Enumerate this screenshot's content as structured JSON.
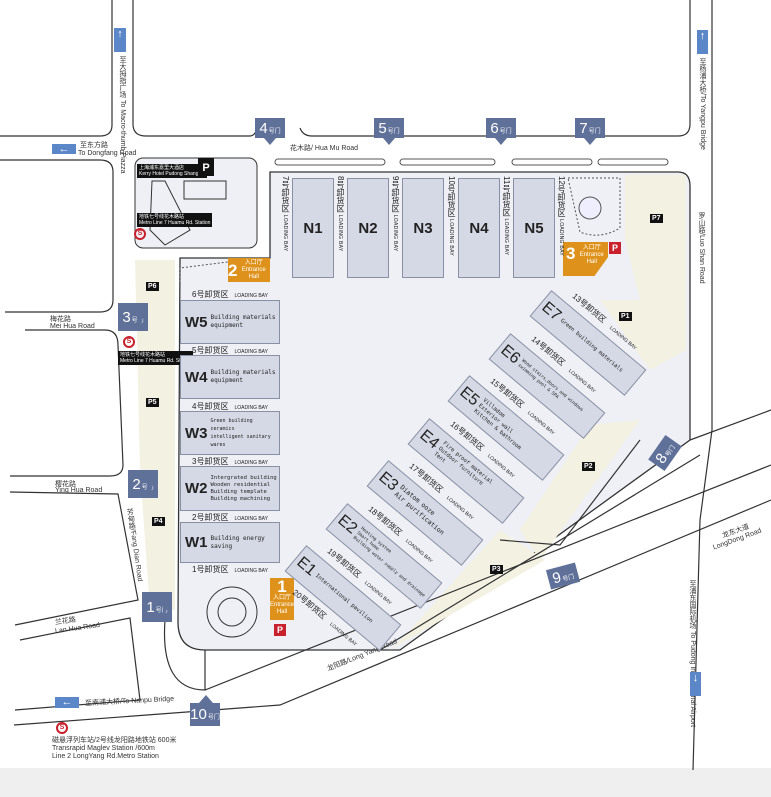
{
  "directions": {
    "macro_thumb": {
      "label": "至大拇指广场 To Macro-thumb Piazza",
      "arrow": "arrow-up"
    },
    "dongfang": {
      "label_cn": "至东方路",
      "label_en": "To Dongfang Road",
      "arrow": "arrow-left"
    },
    "yangpu": {
      "label": "至杨浦大桥/To Yangpu Bridge",
      "arrow": "arrow-up"
    },
    "nanpu": {
      "label": "至南浦大桥/To Nanpu Bridge",
      "arrow": "arrow-left"
    },
    "airport": {
      "label": "至浦东国际机场 To Pudong International Airport",
      "arrow": "arrow-down"
    }
  },
  "roads": {
    "hua_mu": "花木路/ Hua Mu Road",
    "luo_shan": "罗山路/Luo Shan Road",
    "mei_hua_cn": "梅花路",
    "mei_hua_en": "Mei Hua Road",
    "ying_hua_cn": "樱花路",
    "ying_hua_en": "Ying Hua Road",
    "lan_hua_cn": "兰花路",
    "lan_hua_en": "Lan Hua Road",
    "fang_dian": "芳甸路/Fang Dian Road",
    "long_yang": "龙阳路/Long Yang Road",
    "long_dong_cn": "龙东大道",
    "long_dong_en": "LongDong Road"
  },
  "landmarks": {
    "hotel_cn": "上海浦东嘉里大酒店",
    "hotel_en": "Kerry Hotel Pudong Shanghai",
    "metro7_cn": "地铁七号线花木路站",
    "metro7_en": "Metro Line 7 Huamu Rd. Station",
    "maglev_line1": "磁悬浮列车站/2号线龙阳路地铁站  600米",
    "maglev_line2": "Transrapid Maglev Station  /600m",
    "maglev_line3": "Line 2 LongYang Rd.Metro Station",
    "parking_sign": "P"
  },
  "gate_suffix": "号门",
  "gates": [
    "1",
    "2",
    "3",
    "4",
    "5",
    "6",
    "7",
    "8",
    "9",
    "10"
  ],
  "entrance": {
    "cn": "入口厅",
    "en": "Entrance Hall",
    "halls": [
      "1",
      "2",
      "3"
    ]
  },
  "parking": [
    "P1",
    "P2",
    "P3",
    "P4",
    "P5",
    "P6",
    "P7"
  ],
  "loading_bay_en": "LOADING BAY",
  "loading_bays": [
    "1号卸货区",
    "2号卸货区",
    "3号卸货区",
    "4号卸货区",
    "5号卸货区",
    "6号卸货区",
    "7号卸货区",
    "8号卸货区",
    "9号卸货区",
    "10号卸货区",
    "11号卸货区",
    "12号卸货区",
    "13号卸货区",
    "14号卸货区",
    "15号卸货区",
    "16号卸货区",
    "17号卸货区",
    "18号卸货区",
    "19号卸货区",
    "20号卸货区"
  ],
  "north_halls": [
    "N1",
    "N2",
    "N3",
    "N4",
    "N5"
  ],
  "west_halls": [
    {
      "id": "W5",
      "lines": [
        "Building materials",
        "equipment"
      ]
    },
    {
      "id": "W4",
      "lines": [
        "Building materials",
        "equipment"
      ]
    },
    {
      "id": "W3",
      "lines": [
        "Green building ceramics",
        "intelligent sanitary wares"
      ]
    },
    {
      "id": "W2",
      "lines": [
        "Intergrated building",
        "Wooden residential",
        "Building template",
        "Building machining"
      ]
    },
    {
      "id": "W1",
      "lines": [
        "Building energy saving"
      ]
    }
  ],
  "east_halls": [
    {
      "id": "E1",
      "lines": [
        "International pavilion"
      ]
    },
    {
      "id": "E2",
      "lines": [
        "Heating system",
        "Smart home",
        "Building water supply and drainage"
      ]
    },
    {
      "id": "E3",
      "lines": [
        "Diatom ooze",
        "Air purification"
      ]
    },
    {
      "id": "E4",
      "lines": [
        "Fire proof material",
        "Outdoor furniture",
        "Tent"
      ]
    },
    {
      "id": "E5",
      "lines": [
        "Villadom",
        "Exterior wall",
        "Kitchen & bathroom"
      ]
    },
    {
      "id": "E6",
      "lines": [
        "Wood stairs,doors and windows",
        "swimming pool & SPA"
      ]
    },
    {
      "id": "E7",
      "lines": [
        "Green building materials"
      ]
    }
  ],
  "colors": {
    "gate": "#5f7099",
    "entrance": "#de921c",
    "hall": "#d5d9e5",
    "venue": "#eef0f6",
    "parking_area": "#f3f1e2",
    "red_p": "#c8202c"
  }
}
